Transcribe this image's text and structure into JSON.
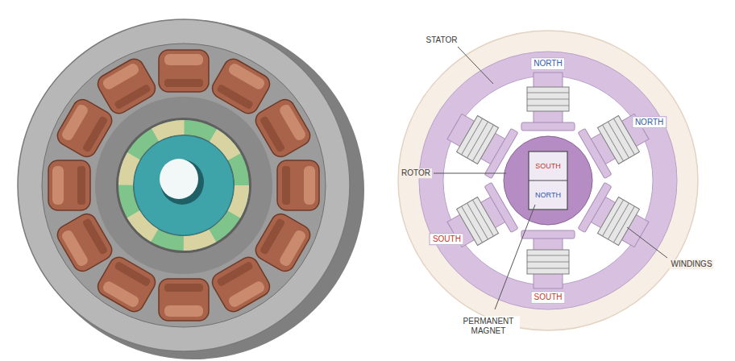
{
  "diagram": {
    "labels": [
      "STATOR",
      "NORTH",
      "NORTH",
      "ROTOR",
      "SOUTH",
      "SOUTH",
      "NORTH",
      "WINDINGS",
      "SOUTH",
      "PERMANENT MAGNET"
    ]
  }
}
